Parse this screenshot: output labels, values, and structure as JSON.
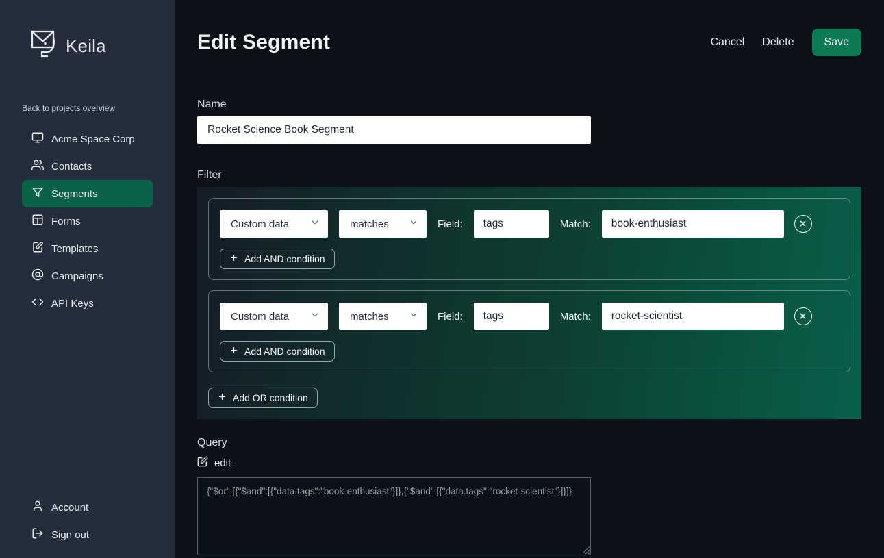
{
  "sidebar": {
    "logo_text": "Keila",
    "back_link": "Back to projects overview",
    "items": [
      {
        "label": "Acme Space Corp",
        "icon": "monitor-icon",
        "active": false
      },
      {
        "label": "Contacts",
        "icon": "users-icon",
        "active": false
      },
      {
        "label": "Segments",
        "icon": "funnel-icon",
        "active": true
      },
      {
        "label": "Forms",
        "icon": "layout-icon",
        "active": false
      },
      {
        "label": "Templates",
        "icon": "template-icon",
        "active": false
      },
      {
        "label": "Campaigns",
        "icon": "at-sign-icon",
        "active": false
      },
      {
        "label": "API Keys",
        "icon": "code-icon",
        "active": false
      }
    ],
    "footer_items": [
      {
        "label": "Account",
        "icon": "user-icon"
      },
      {
        "label": "Sign out",
        "icon": "sign-out-icon"
      }
    ]
  },
  "header": {
    "title": "Edit Segment",
    "cancel_label": "Cancel",
    "delete_label": "Delete",
    "save_label": "Save"
  },
  "form": {
    "name_label": "Name",
    "name_value": "Rocket Science Book Segment",
    "filter_label": "Filter",
    "conditions": [
      {
        "type_value": "Custom data",
        "operator_value": "matches",
        "field_label": "Field:",
        "field_value": "tags",
        "match_label": "Match:",
        "match_value": "book-enthusiast",
        "add_and_label": "Add AND condition"
      },
      {
        "type_value": "Custom data",
        "operator_value": "matches",
        "field_label": "Field:",
        "field_value": "tags",
        "match_label": "Match:",
        "match_value": "rocket-scientist",
        "add_and_label": "Add AND condition"
      }
    ],
    "add_or_label": "Add OR condition",
    "query_label": "Query",
    "edit_label": "edit",
    "query_value": "{\"$or\":[{\"$and\":[{\"data.tags\":\"book-enthusiast\"}]},{\"$and\":[{\"data.tags\":\"rocket-scientist\"}]}]}"
  },
  "colors": {
    "sidebar_bg": "#232d3b",
    "active_item_bg": "#0a6349",
    "save_button_bg": "#0c7a52",
    "main_bg": "#0d1118",
    "panel_gradient_start": "#151d27",
    "panel_gradient_end": "#08604a"
  }
}
